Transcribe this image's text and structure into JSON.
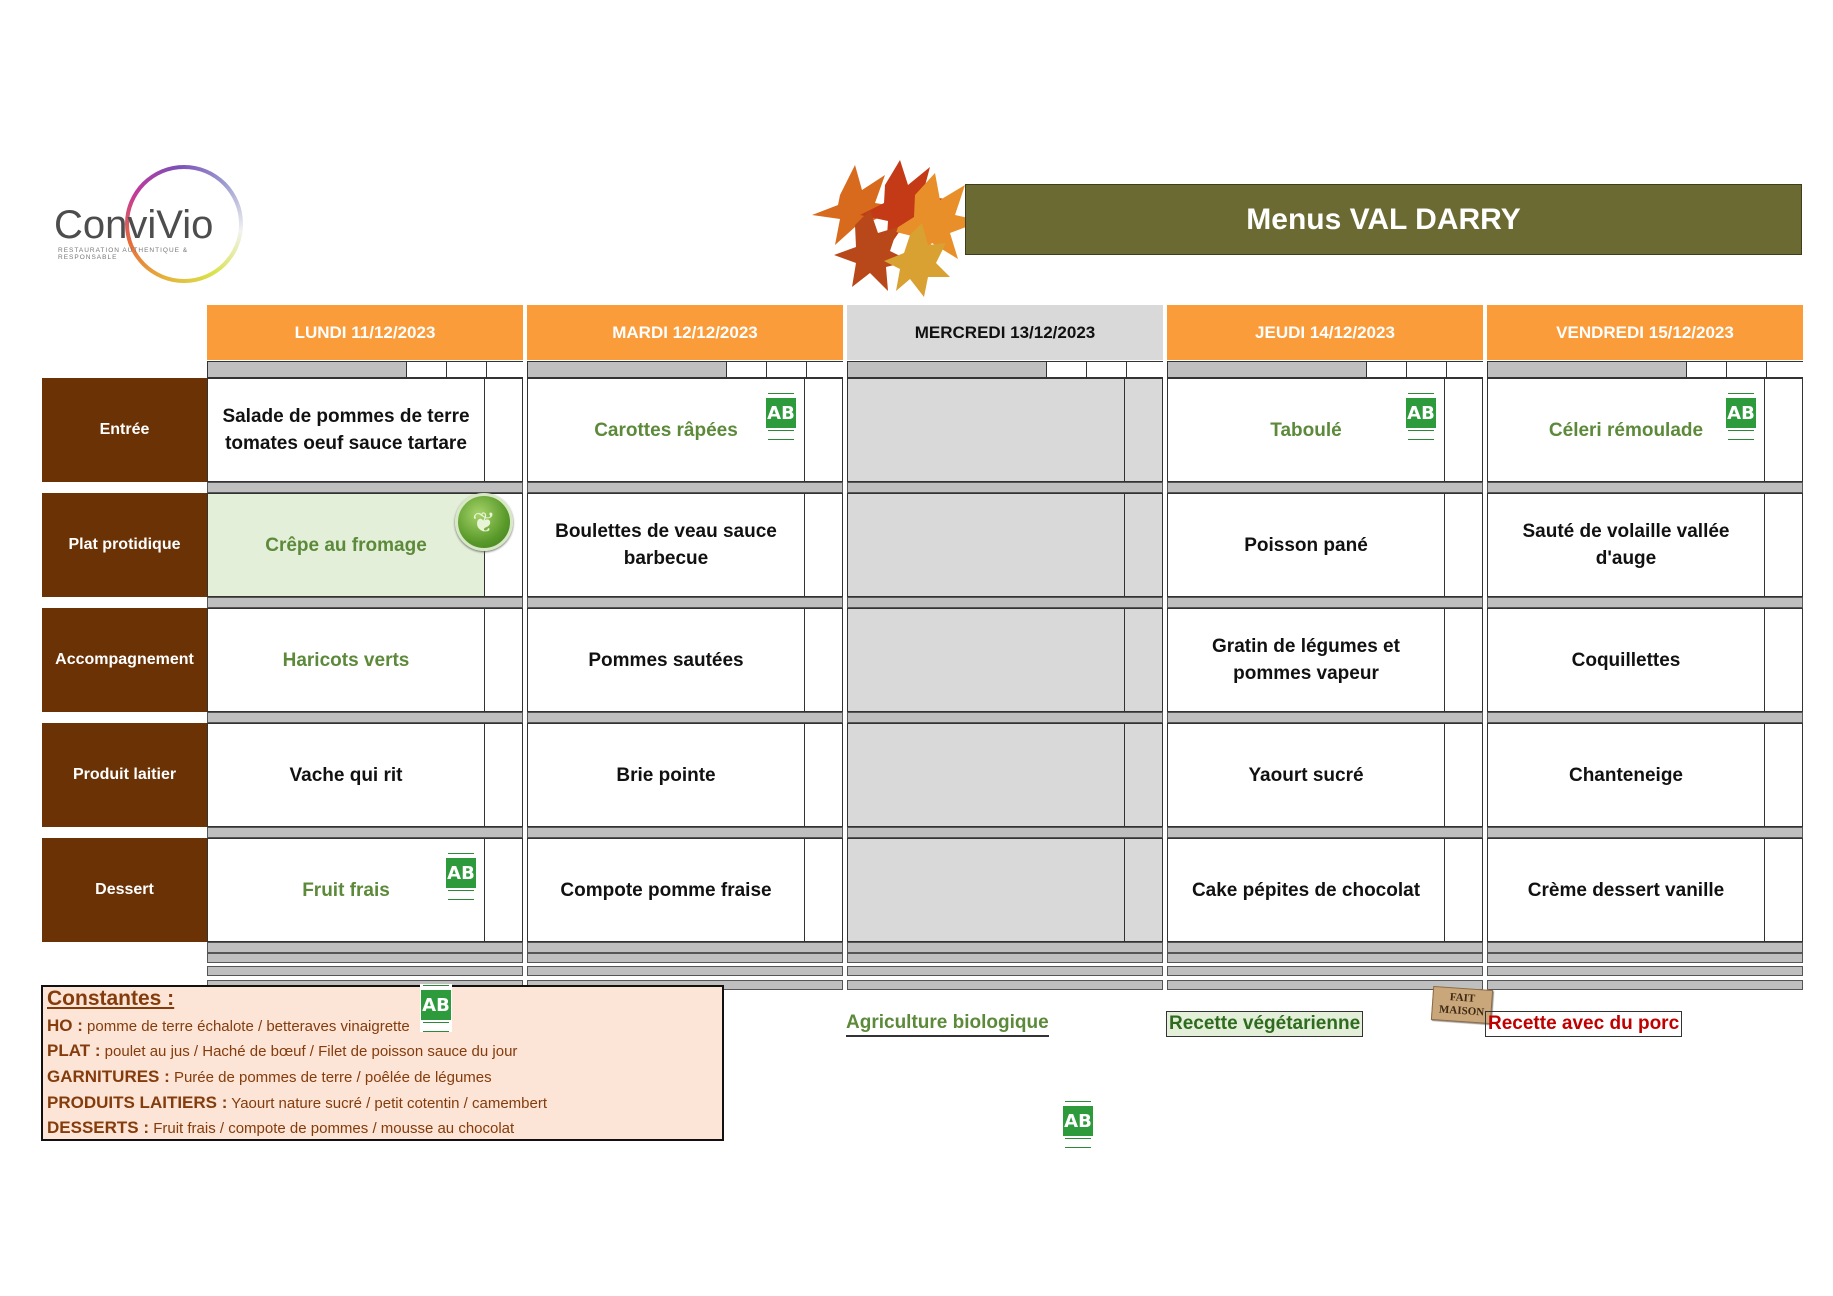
{
  "logo": {
    "name": "ConviVio",
    "tagline": "RESTAURATION AUTHENTIQUE & RESPONSABLE"
  },
  "title": "Menus VAL DARRY",
  "days": [
    {
      "label": "LUNDI  11/12/2023",
      "closed": false
    },
    {
      "label": "MARDI 12/12/2023",
      "closed": false
    },
    {
      "label": "MERCREDI 13/12/2023",
      "closed": true
    },
    {
      "label": "JEUDI 14/12/2023",
      "closed": false
    },
    {
      "label": "VENDREDI 15/12/2023",
      "closed": false
    }
  ],
  "rows": [
    {
      "label": "Entrée",
      "cells": [
        {
          "text": "Salade de pommes de terre tomates oeuf sauce tartare",
          "green": false,
          "bio": false,
          "veg": false
        },
        {
          "text": "Carottes râpées",
          "green": true,
          "bio": true,
          "veg": false
        },
        {
          "text": "",
          "green": false,
          "bio": false,
          "veg": false
        },
        {
          "text": "Taboulé",
          "green": true,
          "bio": true,
          "veg": false
        },
        {
          "text": "Céleri rémoulade",
          "green": true,
          "bio": true,
          "veg": false
        }
      ]
    },
    {
      "label": "Plat protidique",
      "cells": [
        {
          "text": "Crêpe au fromage",
          "green": true,
          "bio": false,
          "veg": true
        },
        {
          "text": "Boulettes de veau sauce barbecue",
          "green": false,
          "bio": false,
          "veg": false
        },
        {
          "text": "",
          "green": false,
          "bio": false,
          "veg": false
        },
        {
          "text": "Poisson pané",
          "green": false,
          "bio": false,
          "veg": false
        },
        {
          "text": "Sauté de volaille vallée d'auge",
          "green": false,
          "bio": false,
          "veg": false
        }
      ]
    },
    {
      "label": "Accompagnement",
      "cells": [
        {
          "text": "Haricots verts",
          "green": true,
          "bio": false,
          "veg": false
        },
        {
          "text": "Pommes sautées",
          "green": false,
          "bio": false,
          "veg": false
        },
        {
          "text": "",
          "green": false,
          "bio": false,
          "veg": false
        },
        {
          "text": "Gratin de légumes et pommes vapeur",
          "green": false,
          "bio": false,
          "veg": false
        },
        {
          "text": "Coquillettes",
          "green": false,
          "bio": false,
          "veg": false
        }
      ]
    },
    {
      "label": "Produit laitier",
      "cells": [
        {
          "text": "Vache qui rit",
          "green": false,
          "bio": false,
          "veg": false
        },
        {
          "text": "Brie pointe",
          "green": false,
          "bio": false,
          "veg": false
        },
        {
          "text": "",
          "green": false,
          "bio": false,
          "veg": false
        },
        {
          "text": "Yaourt sucré",
          "green": false,
          "bio": false,
          "veg": false
        },
        {
          "text": "Chanteneige",
          "green": false,
          "bio": false,
          "veg": false
        }
      ]
    },
    {
      "label": "Dessert",
      "cells": [
        {
          "text": "Fruit frais",
          "green": true,
          "bio": true,
          "veg": false
        },
        {
          "text": "Compote pomme fraise",
          "green": false,
          "bio": false,
          "veg": false
        },
        {
          "text": "",
          "green": false,
          "bio": false,
          "veg": false
        },
        {
          "text": "Cake pépites de chocolat",
          "green": false,
          "bio": false,
          "veg": false
        },
        {
          "text": "Crème dessert vanille",
          "green": false,
          "bio": false,
          "veg": false
        }
      ]
    }
  ],
  "constantes": {
    "title": "Constantes :",
    "lines": [
      {
        "key": "HO :",
        "value": " pomme de terre échalote / betteraves vinaigrette"
      },
      {
        "key": "PLAT :",
        "value": " poulet au jus / Haché de bœuf / Filet de poisson sauce du jour"
      },
      {
        "key": "GARNITURES :",
        "value": " Purée de pommes de terre  / poêlée de légumes"
      },
      {
        "key": "PRODUITS LAITIERS :",
        "value": " Yaourt nature sucré / petit cotentin / camembert"
      },
      {
        "key": "DESSERTS :",
        "value": " Fruit frais / compote de pommes / mousse au chocolat"
      }
    ]
  },
  "legend": {
    "bio": "Agriculture biologique",
    "veg": "Recette végétarienne",
    "porc": "Recette avec du porc",
    "fait_maison": "FAIT MAISON"
  },
  "badges": {
    "ab": "AB"
  },
  "colors": {
    "header_orange": "#fb9c3b",
    "row_brown": "#6b3206",
    "banner_olive": "#6b6a33",
    "bio_green": "#5c8a3a",
    "porc_red": "#c00000",
    "closed_grey": "#d9d9d9"
  }
}
